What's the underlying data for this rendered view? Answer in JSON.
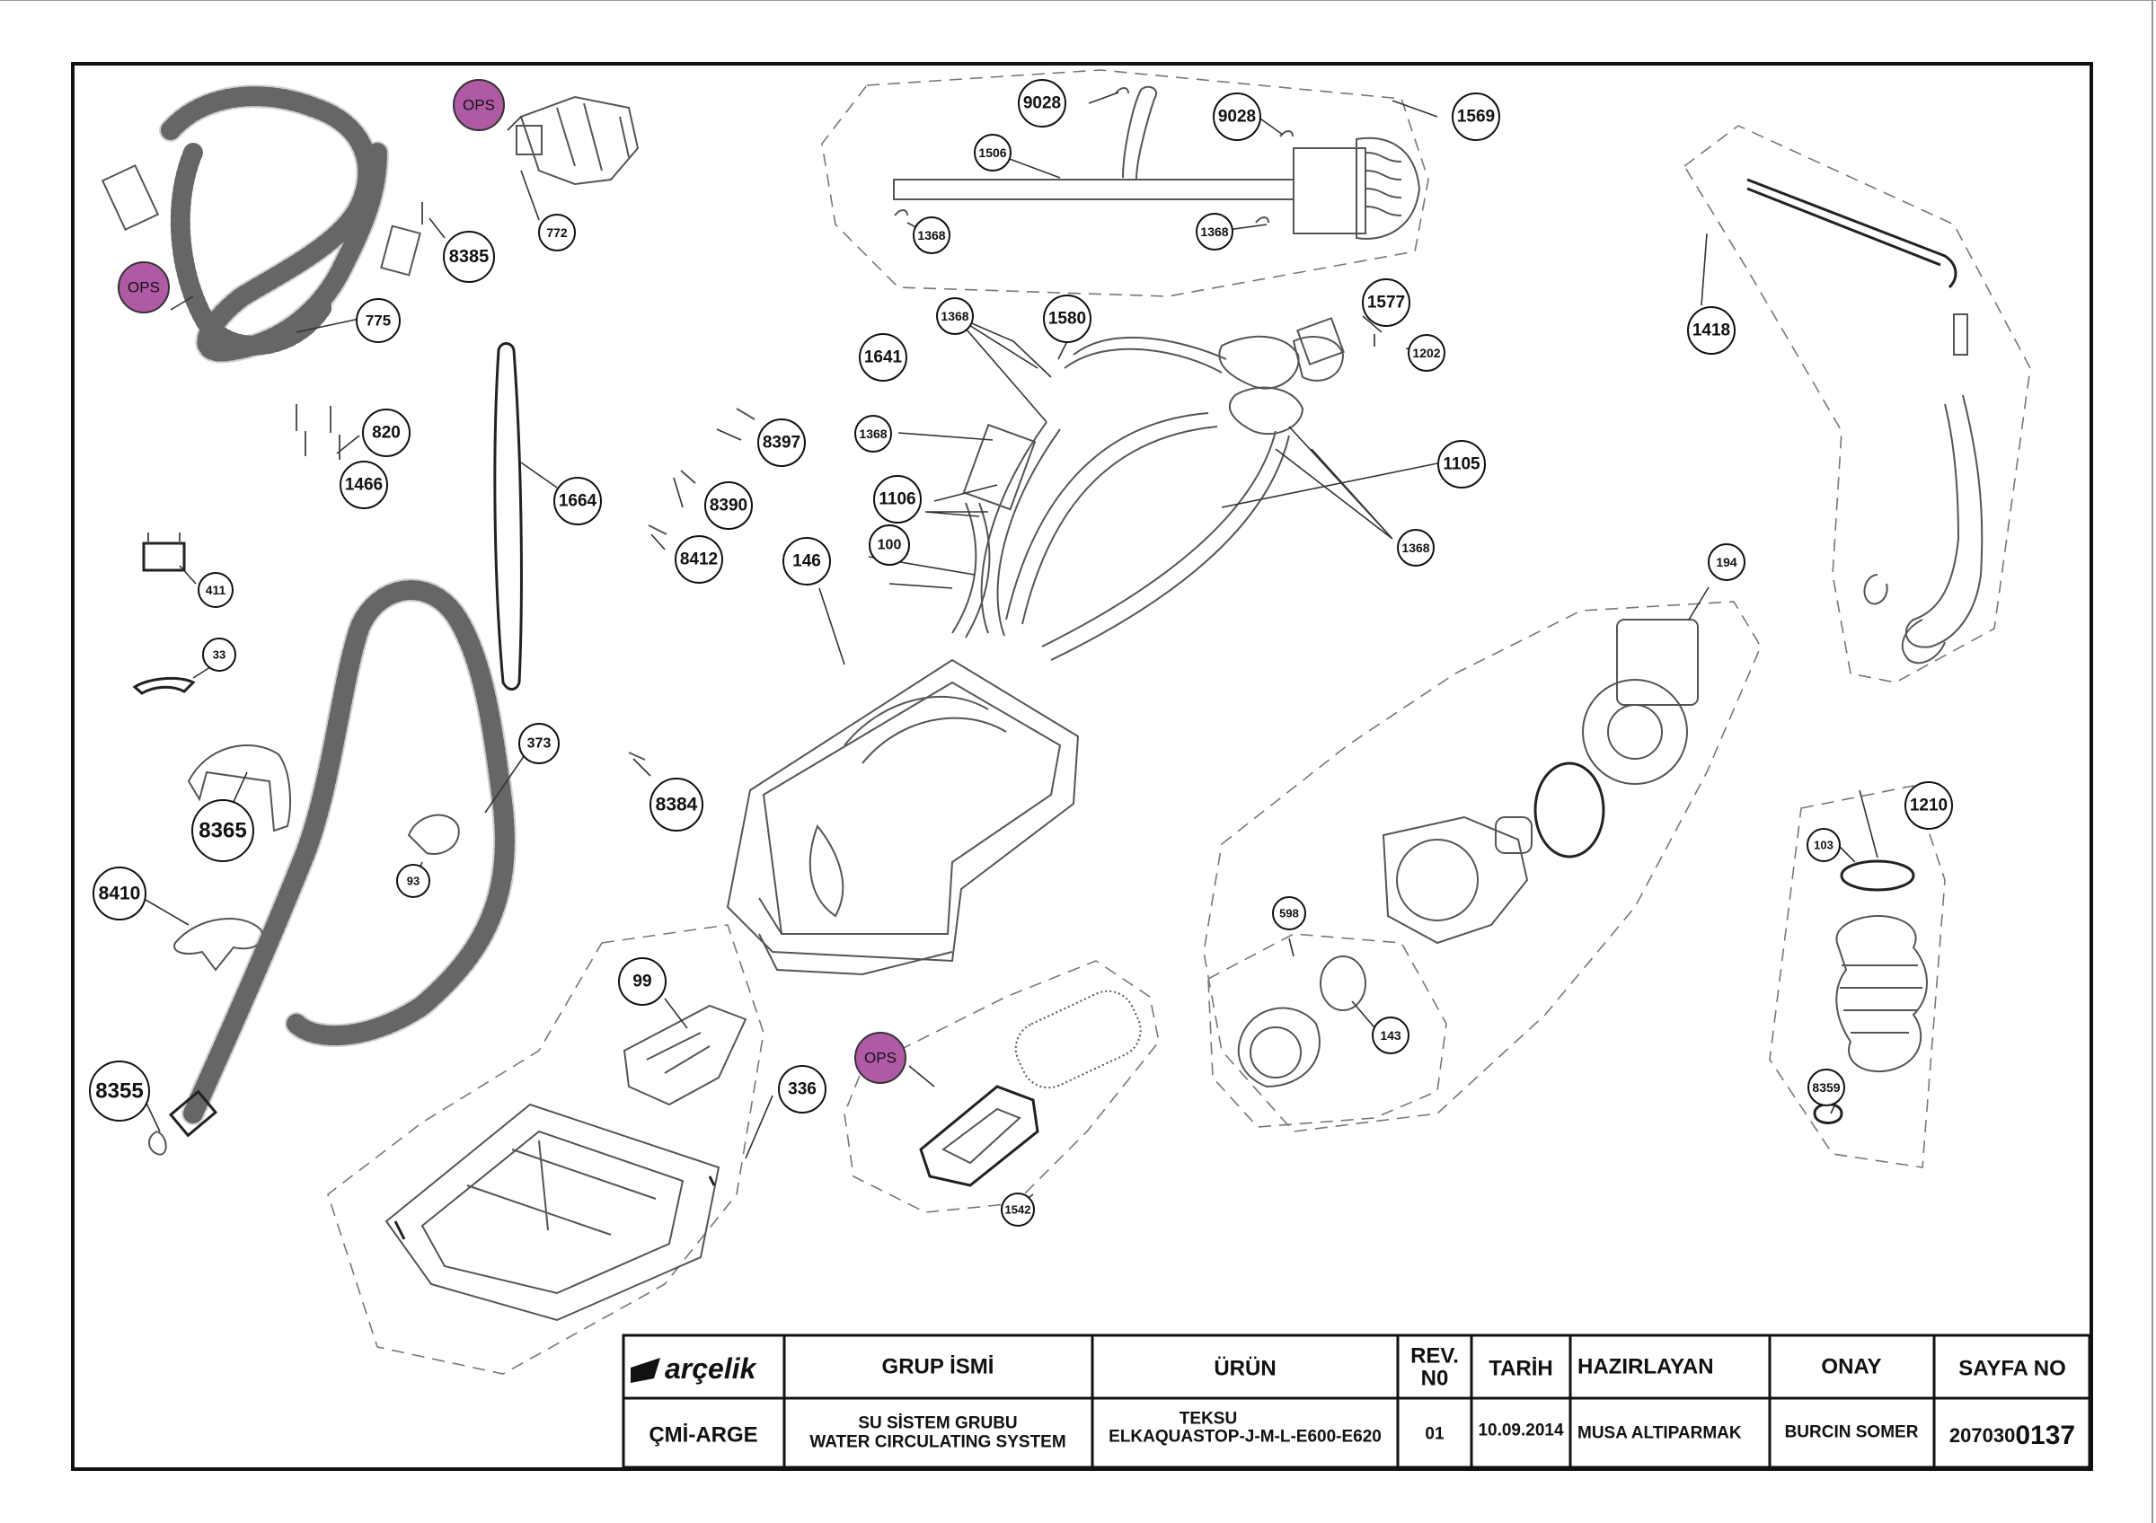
{
  "brand": {
    "logo_text": "arçelik"
  },
  "ops_badge_color": "#b05aa6",
  "callouts": [
    "9028",
    "9028",
    "1569",
    "1506",
    "1368",
    "1368",
    "1580",
    "1577",
    "1202",
    "1368",
    "1641",
    "1368",
    "1105",
    "1106",
    "100",
    "1368",
    "146",
    "8397",
    "8390",
    "8412",
    "8384",
    "194",
    "1418",
    "1210",
    "103",
    "8359",
    "598",
    "143",
    "1542",
    "336",
    "99",
    "373",
    "93",
    "8365",
    "33",
    "411",
    "8410",
    "8355",
    "820",
    "1466",
    "1664",
    "772",
    "8385",
    "775"
  ],
  "ops_badges": [
    "OPS",
    "OPS",
    "OPS"
  ],
  "title_block": {
    "headers": {
      "group": "GRUP İSMİ",
      "product": "ÜRÜN",
      "rev": "REV.\nN0",
      "date": "TARİH",
      "prepared": "HAZIRLAYAN",
      "approved": "ONAY",
      "page": "SAYFA NO"
    },
    "values": {
      "department": "ÇMİ-ARGE",
      "group_line1": "SU SİSTEM GRUBU",
      "group_line2": "WATER CIRCULATING SYSTEM",
      "product_line1": "TEKSU",
      "product_line2": "ELKAQUASTOP-J-M-L-E600-E620",
      "rev": "01",
      "date": "10.09.2014",
      "prepared": "MUSA ALTIPARMAK",
      "approved": "BURCIN SOMER",
      "page_prefix": "207030",
      "page_suffix": "0137"
    }
  }
}
